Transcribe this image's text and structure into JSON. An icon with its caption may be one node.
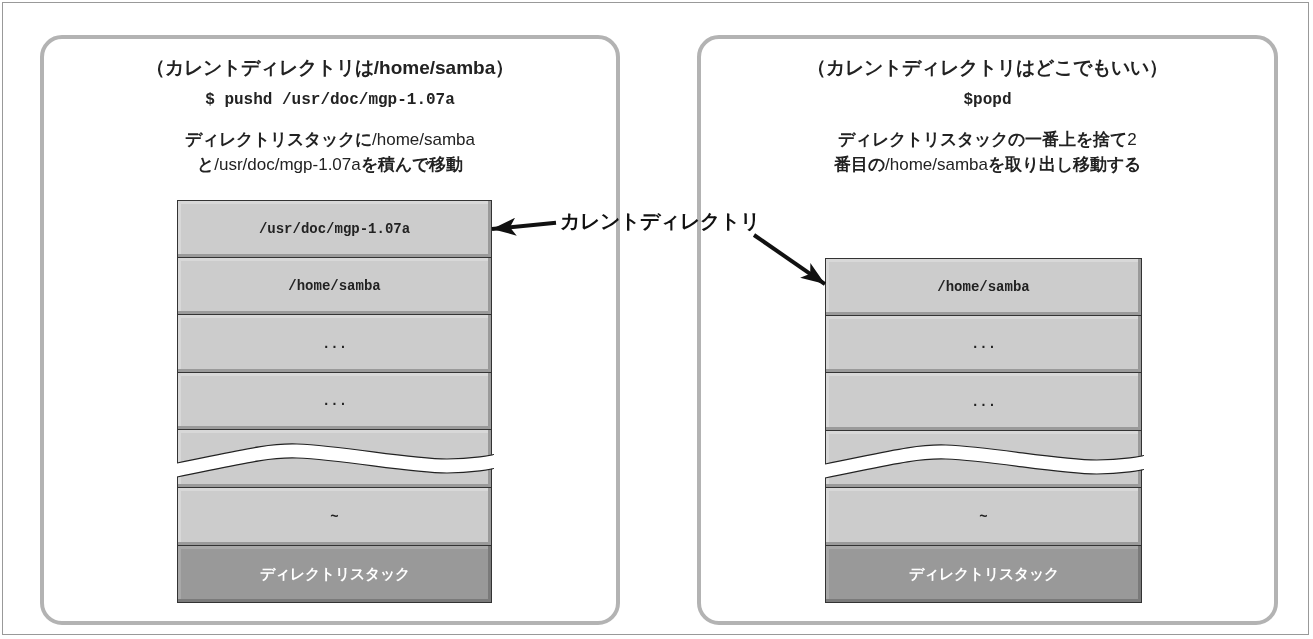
{
  "diagram": {
    "nodes": [
      {
        "text": [
          "**（カレントディレクトリは**/home/samba**）**",
          "$ pushd /usr/doc/mgp-1.07a",
          "**ディレクトリスタックに**/home/samba**と**/usr/doc/mgp-1.07a**を積んで移動**"
        ]
      },
      {
        "text": [
          "/usr/doc/mgp-1.07a"
        ],
        "in": 0
      },
      {
        "text": [
          "/home/samba"
        ],
        "in": 0
      },
      {
        "text": [
          "..."
        ],
        "in": 0
      },
      {
        "text": [
          "..."
        ],
        "in": 0
      },
      {
        "text": [],
        "shape": "box",
        "in": 0
      },
      {
        "text": [
          "~"
        ],
        "in": 0
      },
      {
        "text": [
          "ディレクトリスタック"
        ],
        "in": 0
      },
      {
        "text": [
          "（カレントディレクトリはどこでもいい）",
          "$popd",
          "**ディレクトリスタックの一番上を捨て**2**番目の**/home/samba**を取り出し移動する**"
        ]
      },
      {
        "text": [
          "/home/samba"
        ],
        "in": 8
      },
      {
        "text": [
          "..."
        ],
        "in": 8
      },
      {
        "text": [
          "..."
        ],
        "in": 8
      },
      {
        "text": [],
        "shape": "box",
        "in": 8
      },
      {
        "text": [
          "~"
        ],
        "in": 8
      },
      {
        "text": [
          "ディレクトリスタック"
        ],
        "in": 8
      },
      {
        "text": [
          "カレントディレクトリ"
        ]
      }
    ],
    "edges": [
      {
        "from": 15,
        "to": 1,
        "arrow": "to"
      },
      {
        "from": 15,
        "to": 9,
        "arrow": "to"
      }
    ]
  }
}
